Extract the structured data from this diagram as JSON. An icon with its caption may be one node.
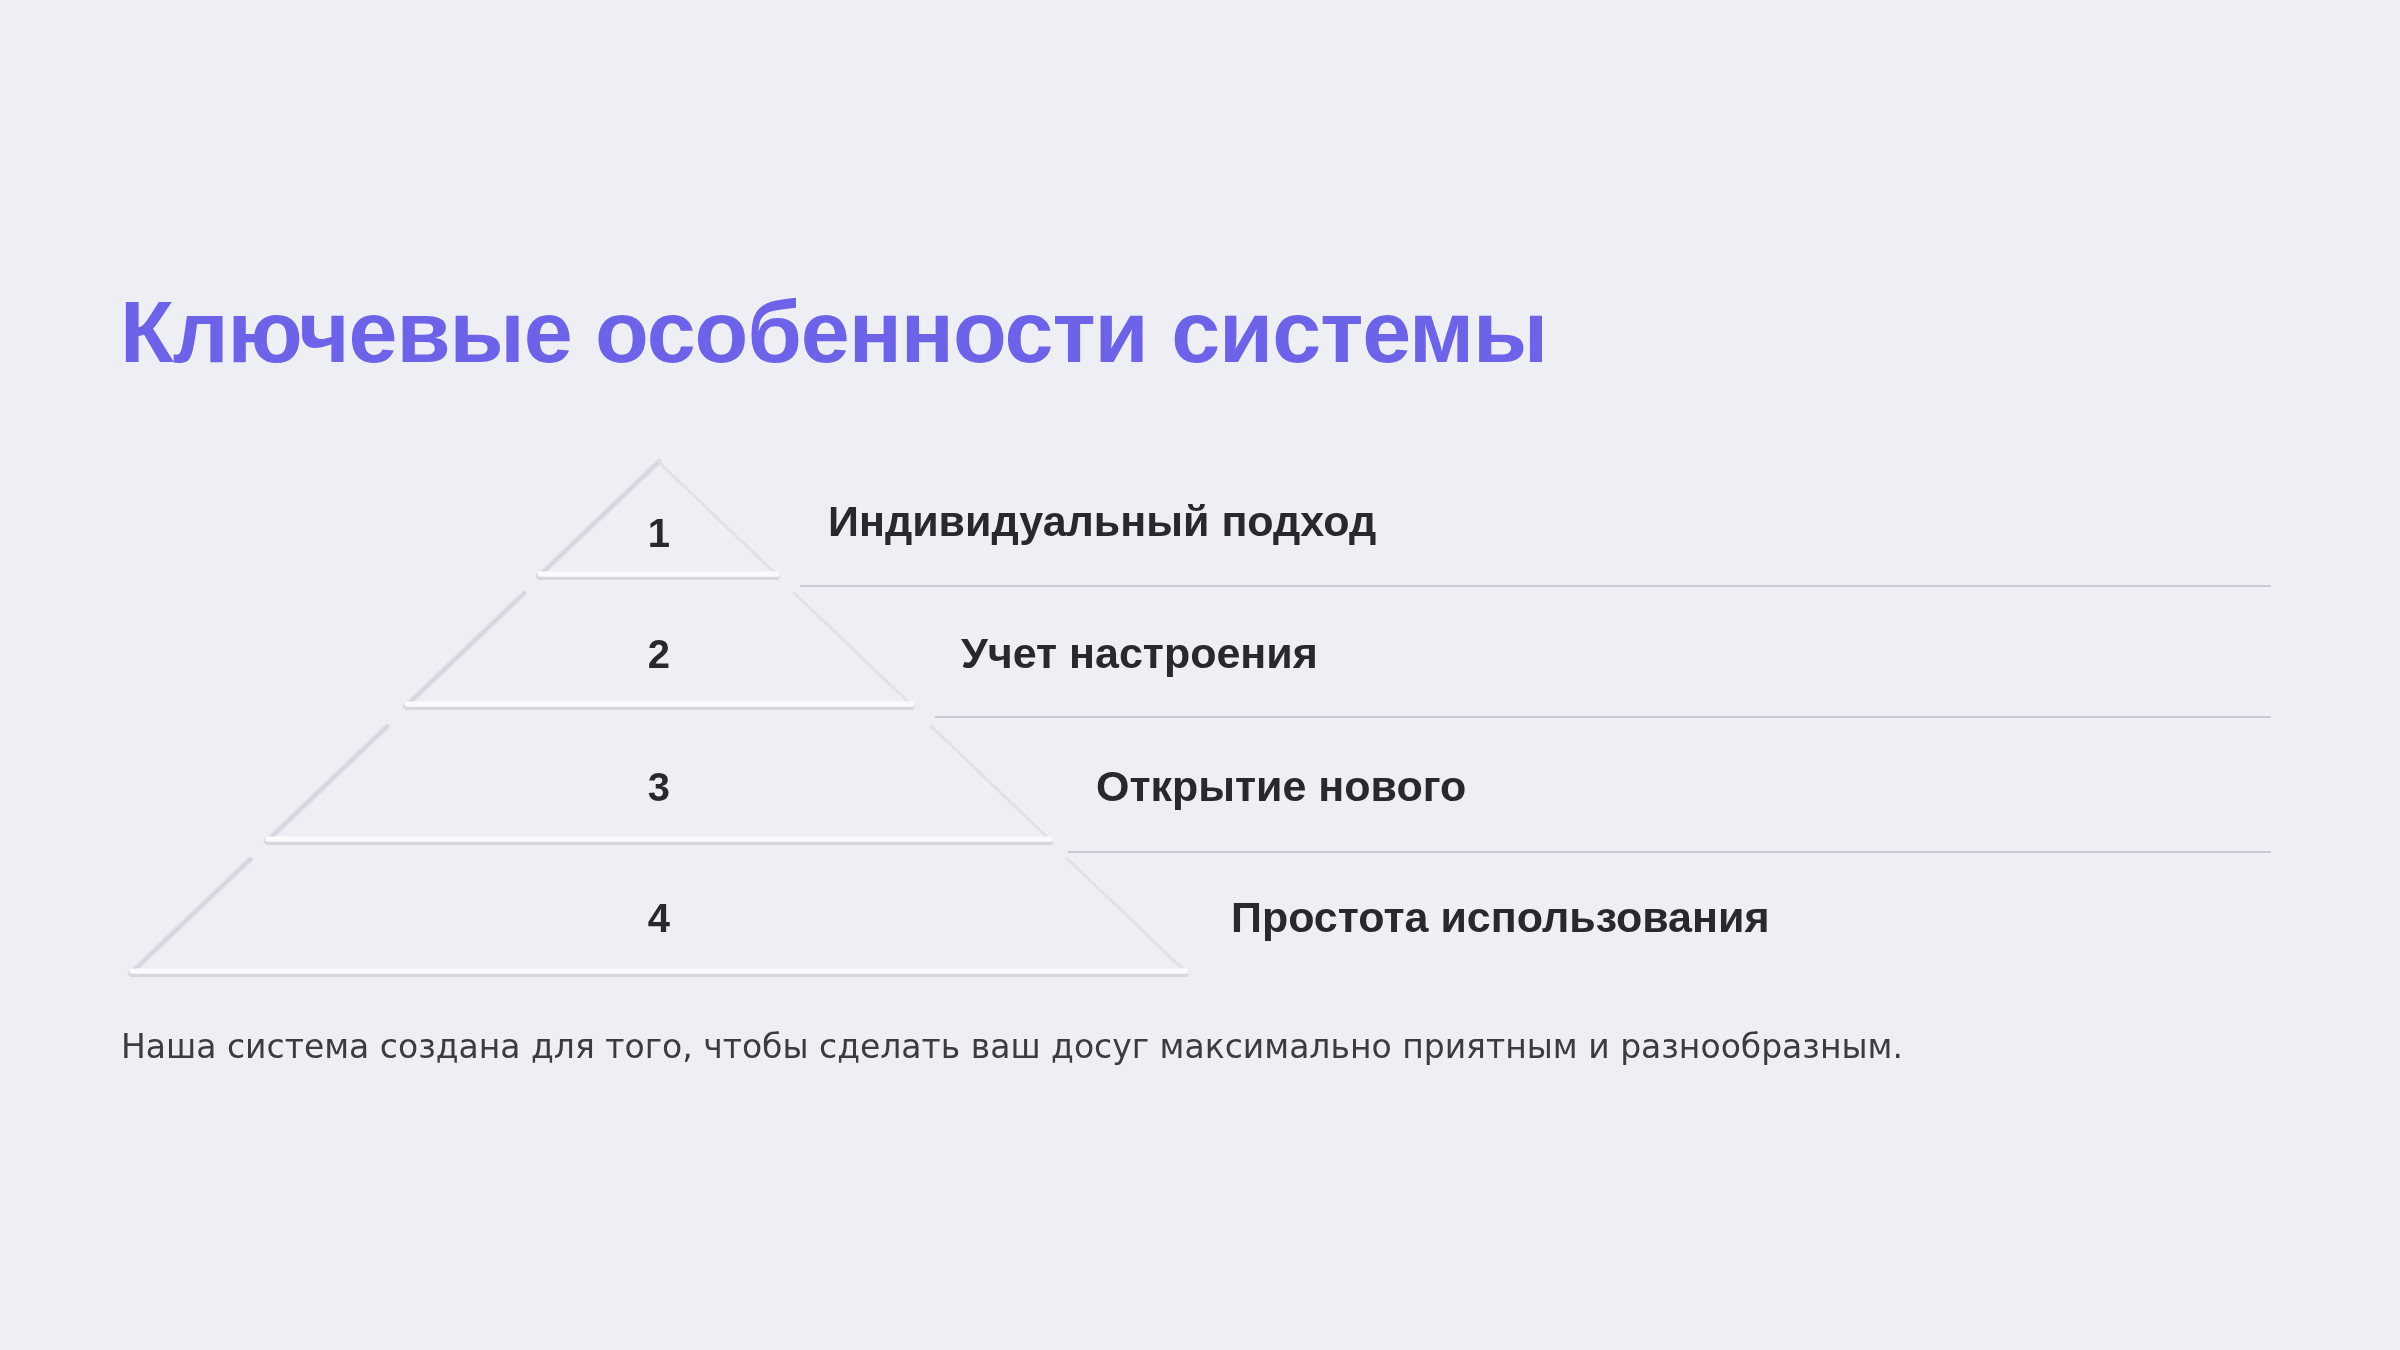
{
  "diagram": {
    "title": "Ключевые особенности системы",
    "nodes": [
      {
        "text": [
          "1"
        ],
        "beside": [
          "Индивидуальный подход"
        ]
      },
      {
        "text": [
          "2"
        ],
        "beside": [
          "Учет настроения"
        ]
      },
      {
        "text": [
          "3"
        ],
        "beside": [
          "Открытие нового"
        ]
      },
      {
        "text": [
          "4"
        ],
        "beside": [
          "Простота использования"
        ]
      }
    ],
    "caption": "Наша система создана для того, чтобы сделать ваш досуг максимально приятным и разнообразным."
  }
}
